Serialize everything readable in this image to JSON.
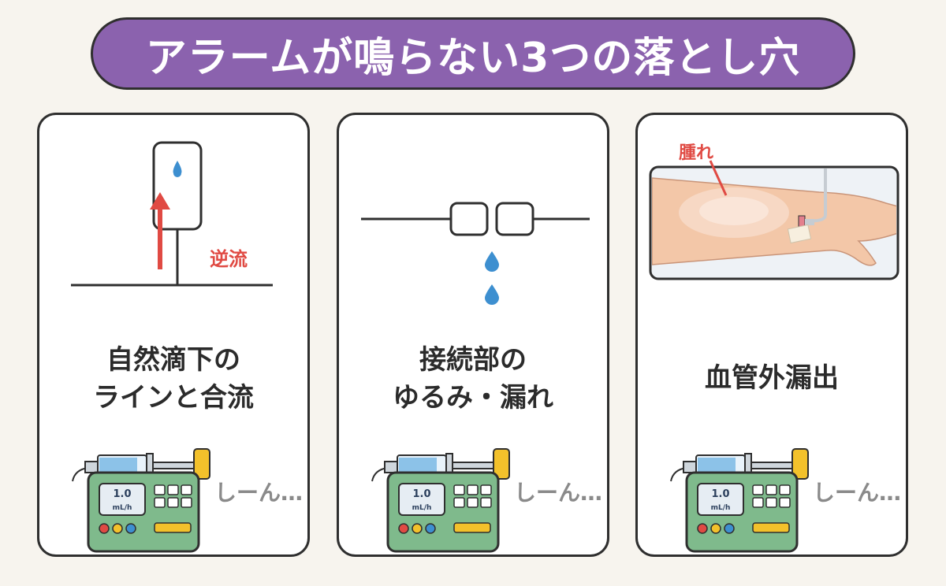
{
  "title": "アラームが鳴らない3つの落とし穴",
  "colors": {
    "accent_purple": "#8b62ae",
    "alert_red": "#e04a43",
    "pump_green": "#7fba8c"
  },
  "cards": [
    {
      "caption_line1": "自然滴下の",
      "caption_line2": "ラインと合流",
      "label": "逆流",
      "pump_rate": "1.0",
      "pump_unit": "mL/h",
      "sound": "しーん…"
    },
    {
      "caption_line1": "接続部の",
      "caption_line2": "ゆるみ・漏れ",
      "pump_rate": "1.0",
      "pump_unit": "mL/h",
      "sound": "しーん…"
    },
    {
      "caption_line1": "血管外漏出",
      "label": "腫れ",
      "pump_rate": "1.0",
      "pump_unit": "mL/h",
      "sound": "しーん…"
    }
  ]
}
